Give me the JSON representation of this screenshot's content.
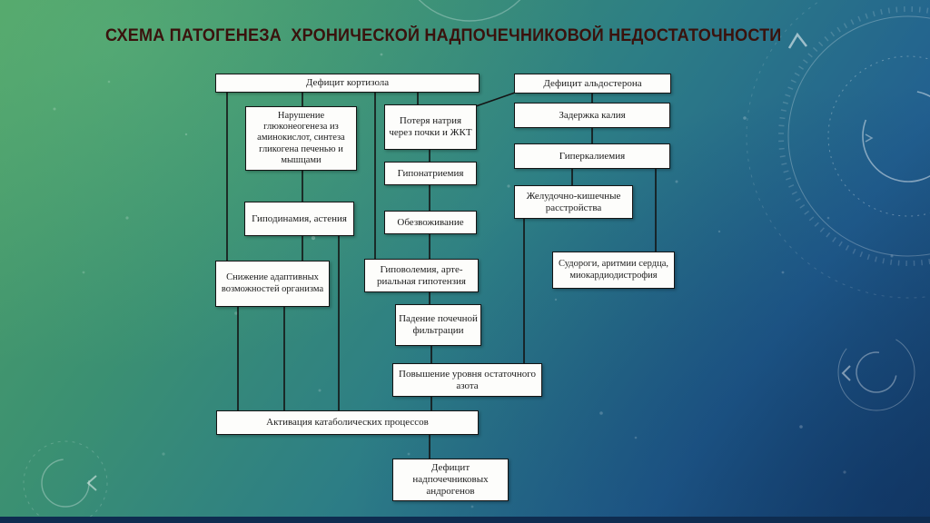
{
  "title": "СХЕМА ПАТОГЕНЕЗА  ХРОНИЧЕСКОЙ НАДПОЧЕЧНИКОВОЙ НЕДОСТАТОЧНОСТИ",
  "colors": {
    "title_text": "#3a120d",
    "box_background": "#fdfdfb",
    "box_border": "#141414",
    "connector": "#141414",
    "background_green": "#4fa167",
    "background_teal": "#2d7e85",
    "background_blue": "#173f69",
    "bottom_bar": "#0e2c50",
    "decoration": "#ffffff"
  },
  "nodes": {
    "cortisol": {
      "label": "Дефицит кортизола"
    },
    "aldosterone": {
      "label": "Дефицит альдостерона"
    },
    "gluconeogenesis": {
      "label": "Нарушение глюконеогенеза из аминокислот, синтеза гликогена печенью и мышцами"
    },
    "sodium_loss": {
      "label": "Потеря натрия через почки и ЖКТ"
    },
    "potassium_retention": {
      "label": "Задержка калия"
    },
    "hyponatremia": {
      "label": "Гипонатриемия"
    },
    "hyperkalemia": {
      "label": "Гиперкалиемия"
    },
    "hypodynamia": {
      "label": "Гиподинамия, астения"
    },
    "dehydration": {
      "label": "Обезвоживание"
    },
    "gi_disorders": {
      "label": "Желудочно-кишечные расстройства"
    },
    "adaptive_decline": {
      "label": "Снижение адаптивных возможностей организма"
    },
    "hypovolemia": {
      "label": "Гиповолемия, арте-риальная гипотензия"
    },
    "seizures": {
      "label": "Судороги, аритмии сердца, миокардиодистрофия"
    },
    "renal_filtration_drop": {
      "label": "Падение почечной фильтрации"
    },
    "residual_nitrogen": {
      "label": "Повышение уровня остаточного азота"
    },
    "catabolic_activation": {
      "label": "Активация катаболических процессов"
    },
    "androgen_deficit": {
      "label": "Дефицит надпочечниковых андрогенов"
    }
  },
  "edges": [
    {
      "from": "cortisol",
      "to": "gluconeogenesis"
    },
    {
      "from": "cortisol",
      "to": "adaptive_decline"
    },
    {
      "from": "cortisol",
      "to": "sodium_loss"
    },
    {
      "from": "cortisol",
      "to": "hypovolemia"
    },
    {
      "from": "aldosterone",
      "to": "sodium_loss"
    },
    {
      "from": "aldosterone",
      "to": "potassium_retention"
    },
    {
      "from": "gluconeogenesis",
      "to": "hypodynamia"
    },
    {
      "from": "hypodynamia",
      "to": "adaptive_decline"
    },
    {
      "from": "hypodynamia",
      "to": "catabolic_activation"
    },
    {
      "from": "sodium_loss",
      "to": "hyponatremia"
    },
    {
      "from": "hyponatremia",
      "to": "dehydration"
    },
    {
      "from": "dehydration",
      "to": "hypovolemia"
    },
    {
      "from": "potassium_retention",
      "to": "hyperkalemia"
    },
    {
      "from": "hyperkalemia",
      "to": "gi_disorders"
    },
    {
      "from": "hyperkalemia",
      "to": "seizures"
    },
    {
      "from": "gi_disorders",
      "to": "residual_nitrogen"
    },
    {
      "from": "hypovolemia",
      "to": "renal_filtration_drop"
    },
    {
      "from": "renal_filtration_drop",
      "to": "residual_nitrogen"
    },
    {
      "from": "residual_nitrogen",
      "to": "catabolic_activation"
    },
    {
      "from": "adaptive_decline",
      "to": "catabolic_activation"
    },
    {
      "from": "catabolic_activation",
      "to": "androgen_deficit"
    }
  ]
}
